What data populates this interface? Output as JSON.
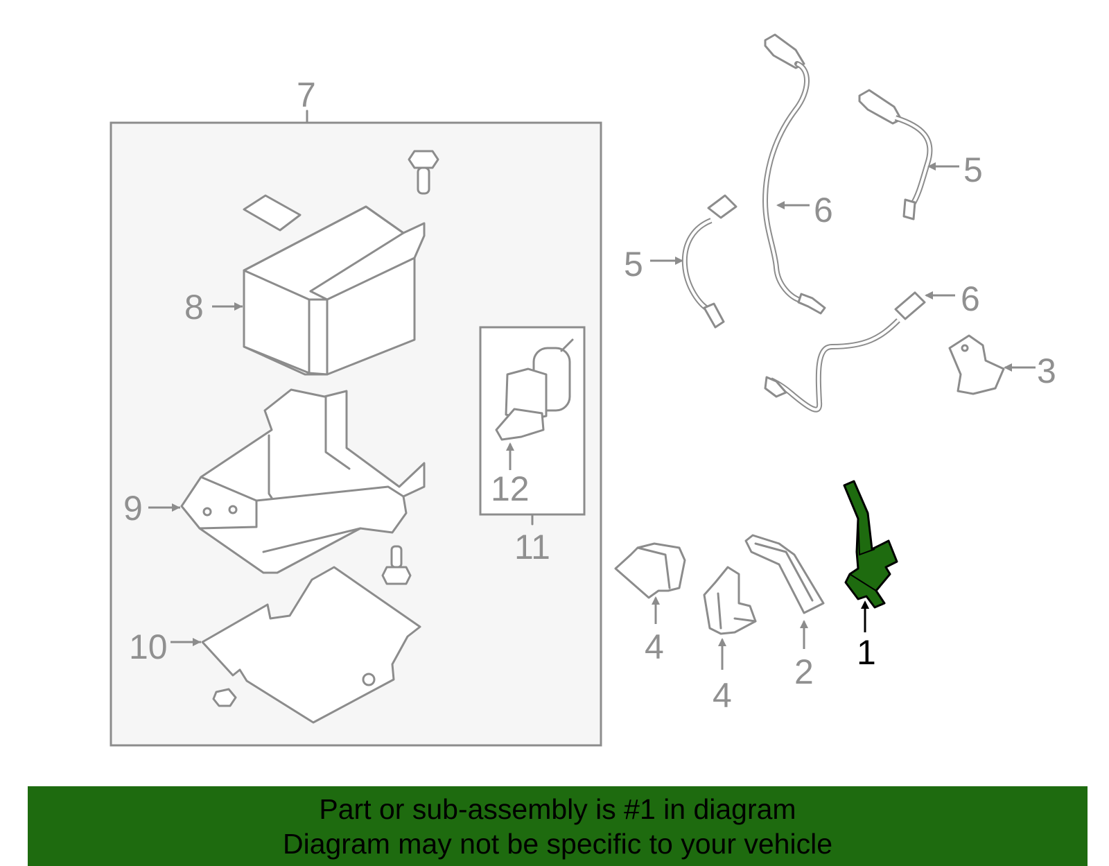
{
  "colors": {
    "highlight_part": "#1e6b0f",
    "banner_background": "#1e6b0f",
    "line_gray": "#8c8c8c",
    "box_fill": "#f6f6f6"
  },
  "callouts": {
    "c1": "1",
    "c2": "2",
    "c3": "3",
    "c4a": "4",
    "c4b": "4",
    "c5a": "5",
    "c5b": "5",
    "c6a": "6",
    "c6b": "6",
    "c7": "7",
    "c8": "8",
    "c9": "9",
    "c10": "10",
    "c11": "11",
    "c12": "12"
  },
  "highlighted_callout": "1",
  "banner": {
    "line1": "Part or sub-assembly is #1 in diagram",
    "line2": "Diagram may not be specific to your vehicle"
  }
}
